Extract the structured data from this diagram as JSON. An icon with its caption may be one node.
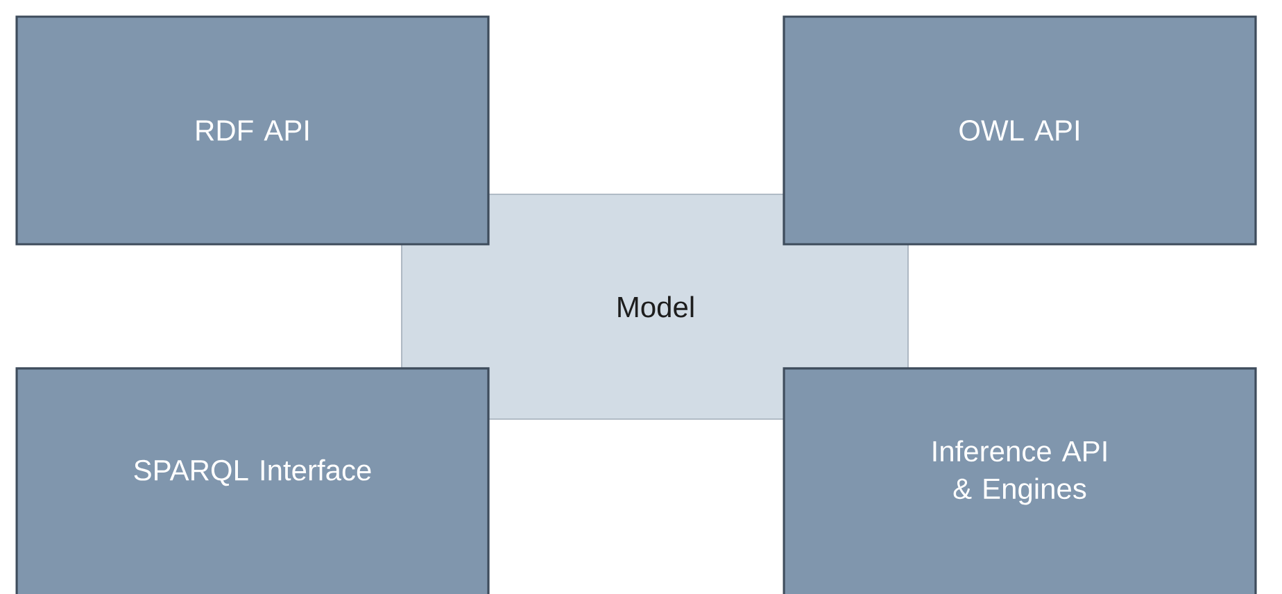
{
  "diagram": {
    "nodes": [
      {
        "text": [
          "RDF API"
        ]
      },
      {
        "text": [
          "OWL API"
        ]
      },
      {
        "text": [
          "Model"
        ]
      },
      {
        "text": [
          "SPARQL Interface"
        ]
      },
      {
        "text": [
          "Inference API & Engines"
        ]
      }
    ]
  }
}
